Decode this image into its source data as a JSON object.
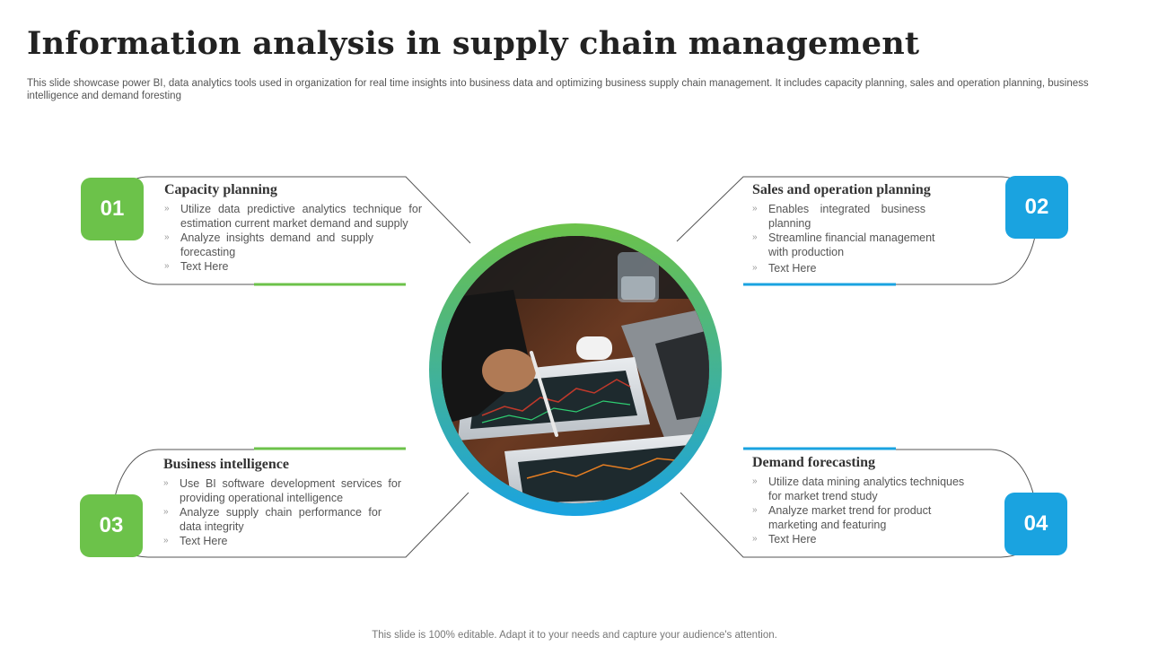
{
  "title": "Information analysis in supply chain management",
  "subtitle": "This slide showcase power BI, data analytics tools used in organization for real time insights into business data and optimizing business supply chain management. It includes capacity planning, sales and operation planning, business intelligence and demand foresting",
  "items": [
    {
      "number": "01",
      "heading": "Capacity planning",
      "bullets": [
        "Utilize data predictive analytics technique for estimation current market demand and supply",
        "Analyze insights demand and supply forecasting",
        "Text Here"
      ],
      "color": "#6cc24a"
    },
    {
      "number": "02",
      "heading": "Sales and operation planning",
      "bullets": [
        "Enables integrated business planning",
        "Streamline financial management with production",
        "Text Here"
      ],
      "color": "#1aa3e0"
    },
    {
      "number": "03",
      "heading": "Business intelligence",
      "bullets": [
        "Use BI software development services for providing operational intelligence",
        "Analyze supply chain performance for data integrity",
        "Text Here"
      ],
      "color": "#6cc24a"
    },
    {
      "number": "04",
      "heading": "Demand forecasting",
      "bullets": [
        "Utilize data mining analytics techniques for market trend study",
        "Analyze market trend for product marketing and featuring",
        "Text Here"
      ],
      "color": "#1aa3e0"
    }
  ],
  "footer": "This slide is 100% editable. Adapt it to your needs and capture your audience's attention."
}
